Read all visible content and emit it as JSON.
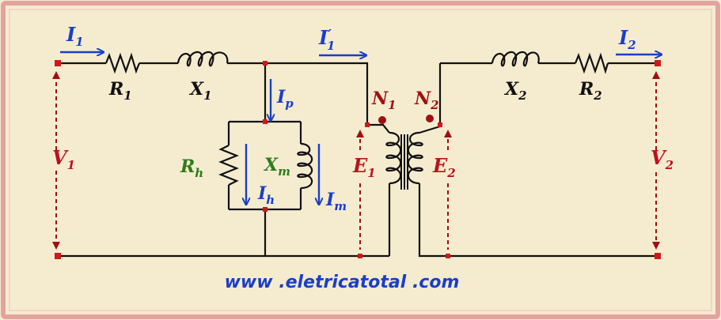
{
  "labels": {
    "i1": {
      "main": "I",
      "sub": "1"
    },
    "r1": {
      "main": "R",
      "sub": "1"
    },
    "x1": {
      "main": "X",
      "sub": "1"
    },
    "ip": {
      "main": "I",
      "sub": "p"
    },
    "i1p": {
      "main": "I",
      "sub": "1",
      "sup": "′"
    },
    "n1": {
      "main": "N",
      "sub": "1"
    },
    "n2": {
      "main": "N",
      "sub": "2"
    },
    "x2": {
      "main": "X",
      "sub": "2"
    },
    "r2": {
      "main": "R",
      "sub": "2"
    },
    "i2": {
      "main": "I",
      "sub": "2"
    },
    "v1": {
      "main": "V",
      "sub": "1"
    },
    "v2": {
      "main": "V",
      "sub": "2"
    },
    "rh": {
      "main": "R",
      "sub": "h"
    },
    "xm": {
      "main": "X",
      "sub": "m"
    },
    "ih": {
      "main": "I",
      "sub": "h"
    },
    "im": {
      "main": "I",
      "sub": "m"
    },
    "e1": {
      "main": "E",
      "sub": "1"
    },
    "e2": {
      "main": "E",
      "sub": "2"
    }
  },
  "website": "www .eletricatotal .com",
  "colors": {
    "background": "#f5ecd0",
    "frame": "#e2a3a0",
    "wire": "#111111",
    "current_arrow": "#1a3fc8",
    "voltage": "#c0101a",
    "parameter": "#111111",
    "magnetizing_param": "#2e7d1a",
    "terminal": "#d01818",
    "dot": "#a01010"
  }
}
